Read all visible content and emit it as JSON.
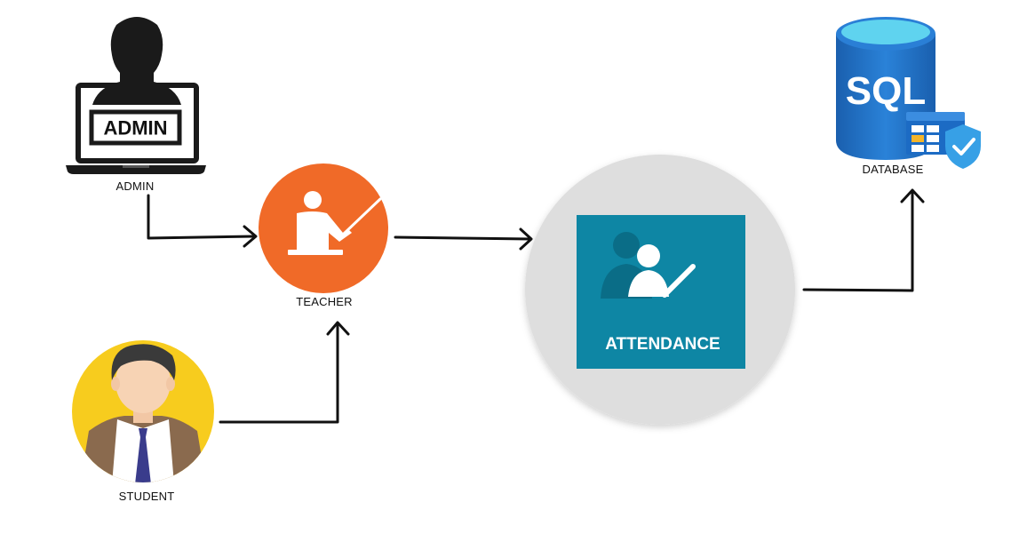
{
  "nodes": {
    "admin": {
      "label": "ADMIN",
      "screen_text": "ADMIN",
      "icon": "admin-laptop-icon"
    },
    "teacher": {
      "label": "TEACHER",
      "icon": "teacher-icon"
    },
    "student": {
      "label": "STUDENT",
      "icon": "student-avatar-icon"
    },
    "attendance": {
      "text": "ATTENDANCE",
      "icon": "attendance-icon"
    },
    "database": {
      "label": "DATABASE",
      "db_text": "SQL",
      "icon": "sql-database-icon"
    }
  },
  "colors": {
    "teacher_orange": "#f06a28",
    "attendance_teal": "#0e86a4",
    "attendance_circle": "#dedede",
    "db_blue": "#1d6fc4",
    "db_top": "#5fd3ef",
    "student_yellow": "#f7cc1e",
    "arrow": "#111111"
  },
  "edges": [
    {
      "from": "admin",
      "to": "teacher"
    },
    {
      "from": "student",
      "to": "teacher"
    },
    {
      "from": "teacher",
      "to": "attendance"
    },
    {
      "from": "attendance",
      "to": "database"
    }
  ]
}
